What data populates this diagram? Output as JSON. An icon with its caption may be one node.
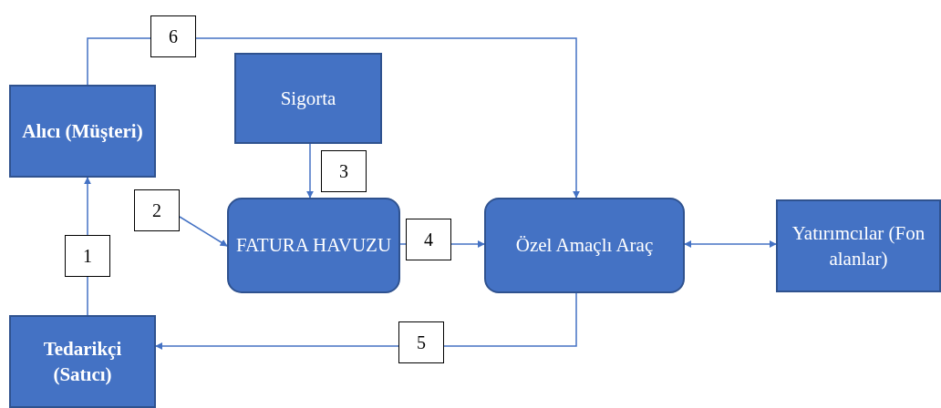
{
  "diagram": {
    "nodes": [
      {
        "text": [
          "Alıcı (Müşteri)"
        ]
      },
      {
        "text": [
          "Sigorta"
        ]
      },
      {
        "text": [
          "FATURA HAVUZU"
        ]
      },
      {
        "text": [
          "Özel Amaçlı Araç"
        ]
      },
      {
        "text": [
          "Yatırımcılar (Fon alanlar)"
        ]
      },
      {
        "text": [
          "Tedarikçi (Satıcı)"
        ]
      }
    ],
    "edges": [
      {
        "from": 5,
        "to": 0,
        "arrow": "to",
        "label": "1"
      },
      {
        "from": null,
        "to": 2,
        "arrow": "to",
        "label": "2"
      },
      {
        "from": 1,
        "to": 2,
        "arrow": "to",
        "label": "3"
      },
      {
        "from": 2,
        "to": 3,
        "arrow": "to",
        "label": "4"
      },
      {
        "from": 3,
        "to": 5,
        "arrow": "to",
        "label": "5"
      },
      {
        "from": 0,
        "to": 3,
        "arrow": "to",
        "label": "6"
      },
      {
        "from": 3,
        "to": 4,
        "arrow": "both"
      }
    ]
  }
}
